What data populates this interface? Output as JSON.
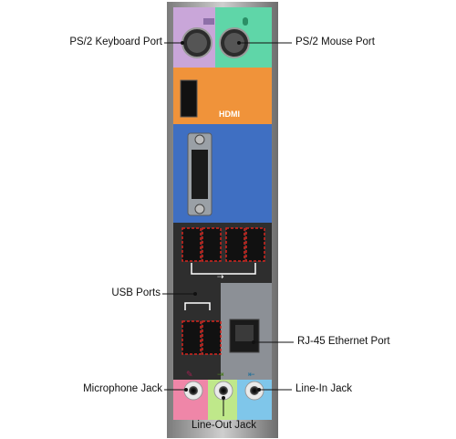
{
  "labels": {
    "ps2_keyboard": "PS/2 Keyboard Port",
    "ps2_mouse": "PS/2 Mouse Port",
    "usb": "USB Ports",
    "rj45": "RJ-45 Ethernet Port",
    "microphone": "Microphone Jack",
    "line_in": "Line-In Jack",
    "line_out": "Line-Out Jack"
  },
  "panel_text": {
    "hdmi": "HDMI"
  },
  "colors": {
    "keyboard_purple": "#c9a6d9",
    "mouse_green": "#5fd6a8",
    "hdmi_orange": "#f0933a",
    "vga_blue": "#3f6fc2",
    "usb_dark": "#2e2e2e",
    "ethernet_gray": "#8c9096",
    "mic_pink": "#ef86a8",
    "lineout_green": "#bfe88a",
    "linein_blue": "#7fc6ea",
    "callout_red": "#d6251f"
  }
}
